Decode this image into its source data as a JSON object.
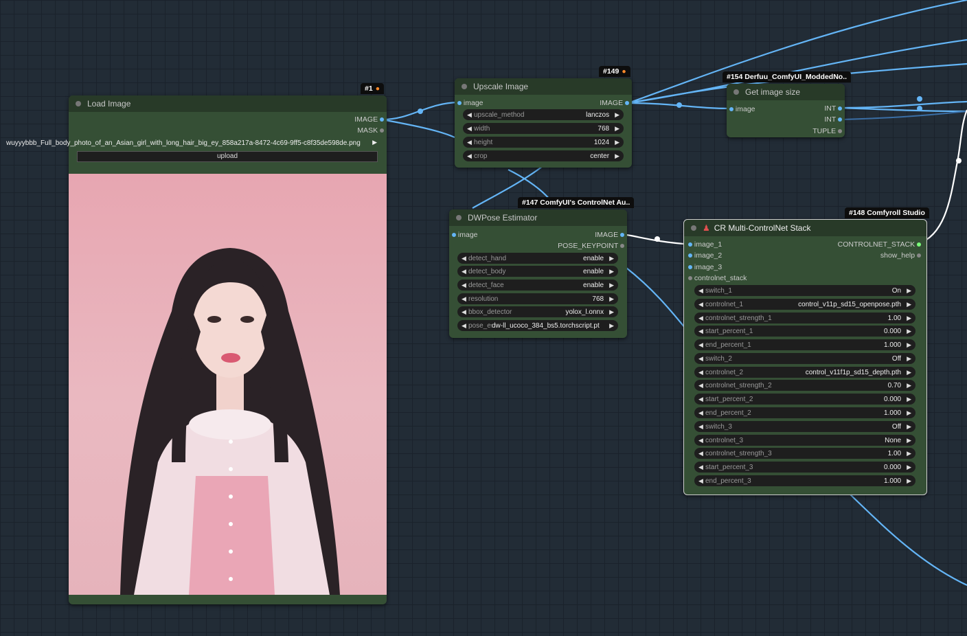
{
  "nodes": {
    "load_image": {
      "badge": "#1",
      "title": "Load Image",
      "outputs": [
        "IMAGE",
        "MASK"
      ],
      "filename": "wuyyybbb_Full_body_photo_of_an_Asian_girl_with_long_hair_big_ey_858a217a-8472-4c69-9ff5-c8f35de598de.png",
      "upload_label": "upload"
    },
    "upscale_image": {
      "badge": "#149",
      "title": "Upscale Image",
      "input": "image",
      "output": "IMAGE",
      "widgets": [
        {
          "label": "upscale_method",
          "value": "lanczos"
        },
        {
          "label": "width",
          "value": "768"
        },
        {
          "label": "height",
          "value": "1024"
        },
        {
          "label": "crop",
          "value": "center"
        }
      ]
    },
    "get_image_size": {
      "badge": "#154 Derfuu_ComfyUI_ModdedNo..",
      "title": "Get image size",
      "input": "image",
      "outputs": [
        "INT",
        "INT",
        "TUPLE"
      ]
    },
    "dwpose": {
      "badge": "#147 ComfyUI's ControlNet Au..",
      "title": "DWPose Estimator",
      "input": "image",
      "outputs": [
        "IMAGE",
        "POSE_KEYPOINT"
      ],
      "widgets": [
        {
          "label": "detect_hand",
          "value": "enable"
        },
        {
          "label": "detect_body",
          "value": "enable"
        },
        {
          "label": "detect_face",
          "value": "enable"
        },
        {
          "label": "resolution",
          "value": "768"
        },
        {
          "label": "bbox_detector",
          "value": "yolox_l.onnx"
        },
        {
          "label": "pose_estimator",
          "value": "dw-ll_ucoco_384_bs5.torchscript.pt"
        }
      ]
    },
    "cr_stack": {
      "badge": "#148 Comfyroll Studio",
      "title": "CR Multi-ControlNet Stack",
      "inputs": [
        "image_1",
        "image_2",
        "image_3",
        "controlnet_stack"
      ],
      "outputs": [
        "CONTROLNET_STACK",
        "show_help"
      ],
      "widgets": [
        {
          "label": "switch_1",
          "value": "On"
        },
        {
          "label": "controlnet_1",
          "value": "control_v11p_sd15_openpose.pth"
        },
        {
          "label": "controlnet_strength_1",
          "value": "1.00"
        },
        {
          "label": "start_percent_1",
          "value": "0.000"
        },
        {
          "label": "end_percent_1",
          "value": "1.000"
        },
        {
          "label": "switch_2",
          "value": "Off"
        },
        {
          "label": "controlnet_2",
          "value": "control_v11f1p_sd15_depth.pth"
        },
        {
          "label": "controlnet_strength_2",
          "value": "0.70"
        },
        {
          "label": "start_percent_2",
          "value": "0.000"
        },
        {
          "label": "end_percent_2",
          "value": "1.000"
        },
        {
          "label": "switch_3",
          "value": "Off"
        },
        {
          "label": "controlnet_3",
          "value": "None"
        },
        {
          "label": "controlnet_strength_3",
          "value": "1.00"
        },
        {
          "label": "start_percent_3",
          "value": "0.000"
        },
        {
          "label": "end_percent_3",
          "value": "1.000"
        }
      ]
    }
  },
  "colors": {
    "canvas": "#222c36",
    "node_body": "#354f35",
    "node_header": "#283a28",
    "wire_image": "#64b5f6",
    "wire_stack": "#ffffff",
    "photo_background": "#e9b7bf"
  },
  "icons": {
    "badge_icon": "fox-icon",
    "cr_title_icon": "joystick-icon"
  }
}
